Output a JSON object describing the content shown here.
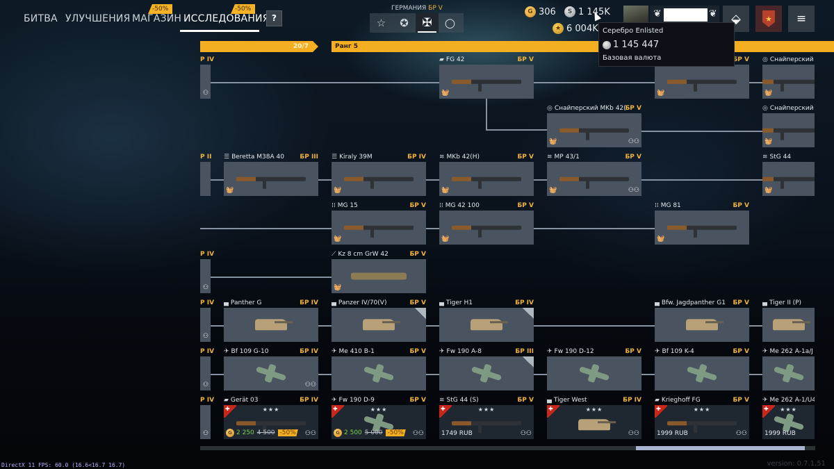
{
  "nav": {
    "tabs": [
      {
        "label": "БИТВА",
        "active": false
      },
      {
        "label": "УЛУЧШЕНИЯ",
        "active": false
      },
      {
        "label": "МАГАЗИН",
        "active": false,
        "badge": "-50%"
      },
      {
        "label": "ИССЛЕДОВАНИЯ",
        "active": true,
        "badge": "-50%"
      }
    ],
    "help_label": "?"
  },
  "nation": {
    "label": "ГЕРМАНИЯ",
    "br": "БР V",
    "buttons": [
      {
        "icon": "star-outline-icon",
        "glyph": "☆"
      },
      {
        "icon": "star-circle-icon",
        "glyph": "✪"
      },
      {
        "icon": "balkenkreuz-icon",
        "glyph": "✠",
        "active": true
      },
      {
        "icon": "ring-icon",
        "glyph": "○"
      }
    ]
  },
  "currency": {
    "gold": "306",
    "silver": "1 145K",
    "exp": "6 004K"
  },
  "tooltip": {
    "title": "Серебро Enlisted",
    "value": "1 145 447",
    "subtitle": "Базовая валюта"
  },
  "rank": {
    "prev_progress": "20/7",
    "current_label": "Ранг 5"
  },
  "tree": {
    "partial_column": [
      {
        "br": "Р IV",
        "row": 1
      },
      {
        "br": "Р II",
        "row": 3
      },
      {
        "br": "Р IV",
        "row": 5
      },
      {
        "br": "Р IV",
        "row": 6
      },
      {
        "br": "Р IV",
        "row": 7
      },
      {
        "br": "Р IV",
        "row": 8
      }
    ],
    "cards": [
      {
        "name": "FG 42",
        "br": "БР V",
        "type": "rifle",
        "icon": "ammo-box-icon",
        "col": 3,
        "row": 1,
        "shop": true,
        "squad": false
      },
      {
        "name": "",
        "br": "БР V",
        "type": "rifle",
        "icon": "",
        "col": 5,
        "row": 1,
        "shop": true,
        "squad": false
      },
      {
        "name": "Снайперский",
        "br": "",
        "type": "rifle",
        "icon": "scope-icon",
        "col": 6,
        "row": 1,
        "shop": true,
        "squad": false,
        "clipped": true
      },
      {
        "name": "Снайперский MKb 42(",
        "br": "БР V",
        "type": "rifle",
        "icon": "scope-icon",
        "col": 4,
        "row": 2,
        "shop": true,
        "squad": true
      },
      {
        "name": "Снайперский",
        "br": "",
        "type": "rifle",
        "icon": "scope-icon",
        "col": 6,
        "row": 2,
        "shop": true,
        "squad": false,
        "clipped": true
      },
      {
        "name": "Beretta M38A 40",
        "br": "БР III",
        "type": "rifle",
        "icon": "magazine-icon",
        "col": 1,
        "row": 3,
        "shop": true,
        "squad": false
      },
      {
        "name": "Kiraly 39M",
        "br": "БР IV",
        "type": "rifle",
        "icon": "magazine-icon",
        "col": 2,
        "row": 3,
        "shop": true,
        "squad": false
      },
      {
        "name": "MKb 42(H)",
        "br": "БР V",
        "type": "rifle",
        "icon": "assault-icon",
        "col": 3,
        "row": 3,
        "shop": true,
        "squad": false
      },
      {
        "name": "MP 43/1",
        "br": "БР V",
        "type": "rifle",
        "icon": "assault-icon",
        "col": 4,
        "row": 3,
        "shop": true,
        "squad": true
      },
      {
        "name": "StG 44",
        "br": "",
        "type": "rifle",
        "icon": "assault-icon",
        "col": 6,
        "row": 3,
        "shop": true,
        "squad": false,
        "clipped": true
      },
      {
        "name": "MG 15",
        "br": "БР V",
        "type": "mg",
        "icon": "bullets-icon",
        "col": 2,
        "row": 4,
        "shop": true,
        "squad": false
      },
      {
        "name": "MG 42 100",
        "br": "БР V",
        "type": "mg",
        "icon": "bullets-icon",
        "col": 3,
        "row": 4,
        "shop": true,
        "squad": false
      },
      {
        "name": "MG 81",
        "br": "БР V",
        "type": "mg",
        "icon": "bullets-icon",
        "col": 5,
        "row": 4,
        "shop": true,
        "squad": false
      },
      {
        "name": "Kz 8 cm GrW 42",
        "br": "БР V",
        "type": "mortar",
        "icon": "mortar-icon",
        "col": 2,
        "row": 5,
        "shop": true,
        "squad": false
      },
      {
        "name": "Panther G",
        "br": "БР IV",
        "type": "tank",
        "icon": "tank-icon",
        "col": 1,
        "row": 6,
        "shop": false,
        "squad": false
      },
      {
        "name": "Panzer IV/70(V)",
        "br": "БР V",
        "type": "tank",
        "icon": "tank-icon",
        "col": 2,
        "row": 6,
        "shop": false,
        "squad": false,
        "corner": true
      },
      {
        "name": "Tiger H1",
        "br": "БР IV",
        "type": "tank",
        "icon": "tank-icon",
        "col": 3,
        "row": 6,
        "shop": false,
        "squad": false,
        "corner": true
      },
      {
        "name": "Bfw. Jagdpanther G1",
        "br": "БР V",
        "type": "tank",
        "icon": "tank-icon",
        "col": 5,
        "row": 6,
        "shop": false,
        "squad": false
      },
      {
        "name": "Tiger II (P)",
        "br": "",
        "type": "tank",
        "icon": "tank-icon",
        "col": 6,
        "row": 6,
        "shop": false,
        "squad": false,
        "clipped": true
      },
      {
        "name": "Bf 109 G-10",
        "br": "БР IV",
        "type": "plane",
        "icon": "fighter-icon",
        "col": 1,
        "row": 7,
        "shop": false,
        "squad": true
      },
      {
        "name": "Me 410 B-1",
        "br": "БР V",
        "type": "plane",
        "icon": "bomber-icon",
        "col": 2,
        "row": 7,
        "shop": false,
        "squad": false
      },
      {
        "name": "Fw 190 A-8",
        "br": "БР III",
        "type": "plane",
        "icon": "fighter-icon",
        "col": 3,
        "row": 7,
        "shop": false,
        "squad": false,
        "corner": true
      },
      {
        "name": "Fw 190 D-12",
        "br": "БР V",
        "type": "plane",
        "icon": "bomber-icon",
        "col": 4,
        "row": 7,
        "shop": false,
        "squad": false
      },
      {
        "name": "Bf 109 K-4",
        "br": "БР V",
        "type": "plane",
        "icon": "fighter-icon",
        "col": 5,
        "row": 7,
        "shop": false,
        "squad": false
      },
      {
        "name": "Me 262 A-1a/J",
        "br": "",
        "type": "plane",
        "icon": "fighter-icon",
        "col": 6,
        "row": 7,
        "shop": false,
        "squad": false,
        "clipped": true
      }
    ],
    "premium": [
      {
        "name": "Gerät 03",
        "br": "БР IV",
        "type": "rifle",
        "icon": "ammo-box-icon",
        "col": 1,
        "stars": "★★★",
        "price_new": "2 250",
        "price_old": "4 500",
        "discount": "-50%",
        "squad": true
      },
      {
        "name": "Fw 190 D-9",
        "br": "БР V",
        "type": "plane",
        "icon": "fighter-icon",
        "col": 2,
        "stars": "★★★",
        "price_new": "2 500",
        "price_old": "5 000",
        "discount": "-50%",
        "squad": true
      },
      {
        "name": "StG 44 (S)",
        "br": "БР V",
        "type": "rifle",
        "icon": "assault-icon",
        "col": 3,
        "stars": "★★★",
        "price_rub": "1749 RUB",
        "squad": true
      },
      {
        "name": "Tiger West",
        "br": "БР IV",
        "type": "tank",
        "icon": "tank-icon",
        "col": 4,
        "stars": "★★★",
        "price_rub": "",
        "squad": true
      },
      {
        "name": "Krieghoff FG",
        "br": "БР V",
        "type": "rifle",
        "icon": "ammo-box-icon",
        "col": 5,
        "stars": "★★★",
        "price_rub": "1999 RUB",
        "squad": true
      },
      {
        "name": "Me 262 A-1/U4",
        "br": "",
        "type": "plane",
        "icon": "fighter-icon",
        "col": 6,
        "stars": "★★★",
        "price_rub": "1999 RUB",
        "squad": false,
        "clipped": true
      }
    ]
  },
  "footer": {
    "fps": "DirectX 11 FPS: 60.0 (16.6<16.7 16.7)",
    "version": "version: 0.7.1.51"
  },
  "colors": {
    "accent": "#f4ae22",
    "br_text": "#f0b23a",
    "card_bg": "#4a5460",
    "premium_card_bg": "#1f2731",
    "connector": "#8793a0",
    "discount_price": "#7fd24a"
  }
}
